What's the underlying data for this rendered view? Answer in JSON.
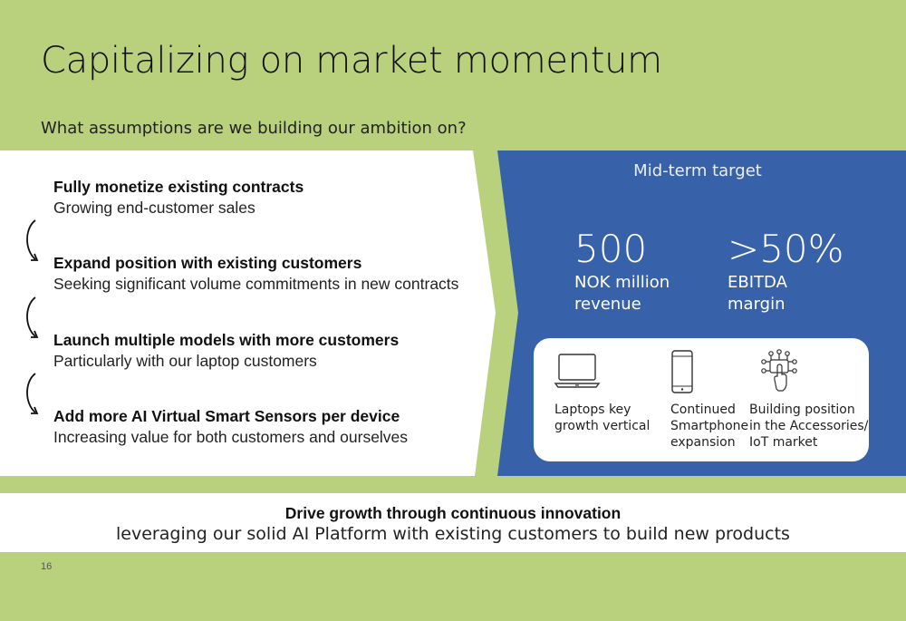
{
  "title": "Capitalizing on market momentum",
  "subtitle": "What assumptions are we building our ambition on?",
  "assumptions": [
    {
      "heading": "Fully monetize existing contracts",
      "detail": "Growing end-customer sales"
    },
    {
      "heading": "Expand position with existing customers",
      "detail": "Seeking significant volume commitments in new contracts"
    },
    {
      "heading": "Launch multiple models with more customers",
      "detail": "Particularly with our laptop customers"
    },
    {
      "heading": "Add more AI Virtual Smart Sensors per device",
      "detail": "Increasing value for both customers and ourselves"
    }
  ],
  "target": {
    "title": "Mid-term target",
    "metrics": [
      {
        "value": "500",
        "label_line1": "NOK million",
        "label_line2": "revenue"
      },
      {
        "value": ">50%",
        "label_line1": "EBITDA",
        "label_line2": "margin"
      }
    ],
    "segments": [
      {
        "icon": "laptop-icon",
        "lines": [
          "Laptops key",
          "growth vertical"
        ]
      },
      {
        "icon": "smartphone-icon",
        "lines": [
          "Continued",
          "Smartphone",
          "expansion"
        ]
      },
      {
        "icon": "iot-touch-icon",
        "lines": [
          "Building position",
          "in the Accessories/",
          "IoT market"
        ]
      }
    ]
  },
  "footer": {
    "heading": "Drive growth through continuous innovation",
    "detail": "leveraging our solid AI Platform with existing customers to build new products"
  },
  "page_number": "16",
  "colors": {
    "background_green": "#b9d17d",
    "panel_blue": "#3762a9",
    "white": "#ffffff"
  }
}
